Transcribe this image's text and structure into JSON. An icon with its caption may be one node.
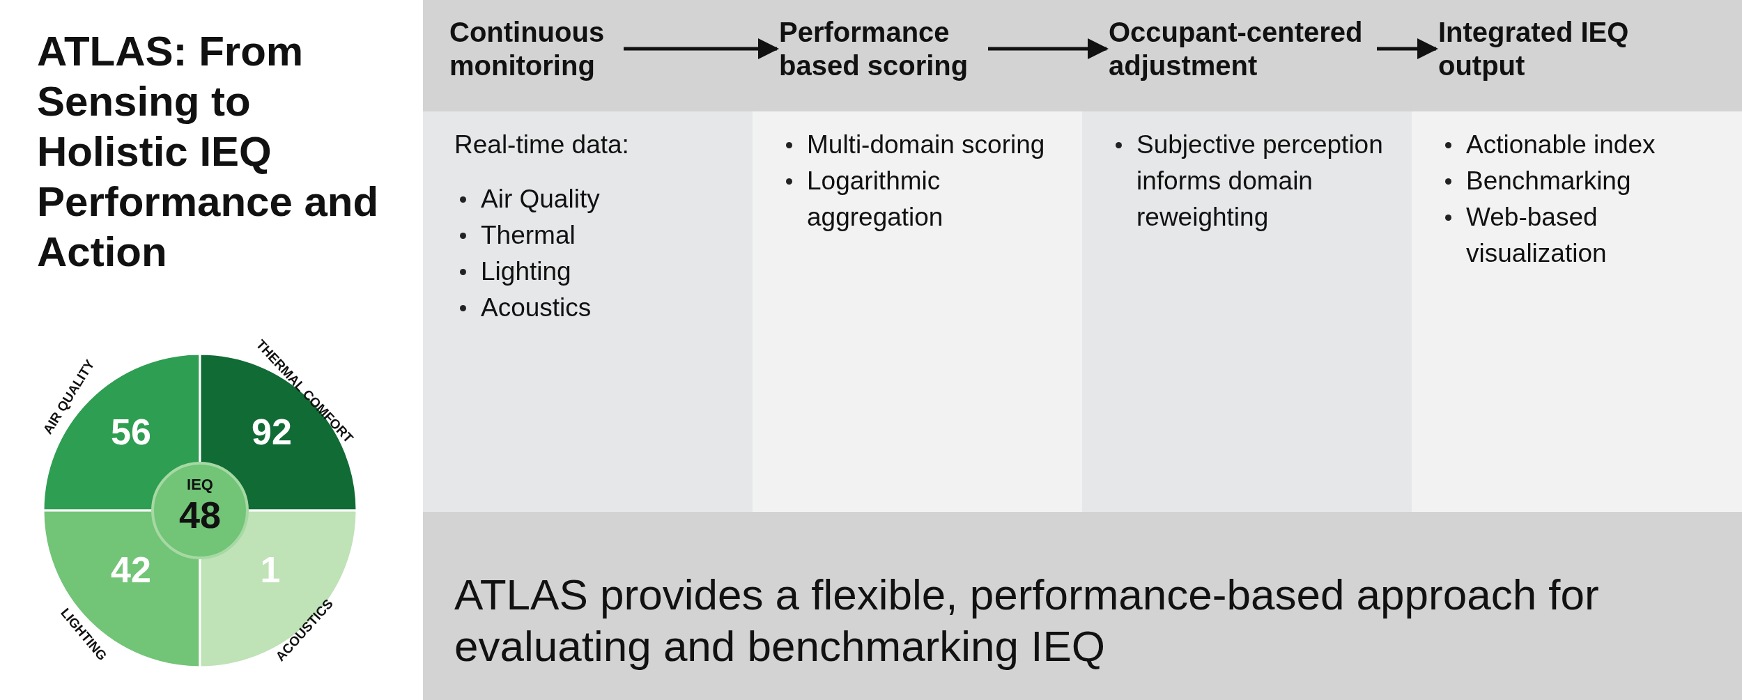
{
  "diagram": {
    "title": "ATLAS: From Sensing to Holistic IEQ Performance and Action",
    "nodes": [
      {
        "text": [
          "Continuous monitoring"
        ]
      },
      {
        "text": [
          "Performance based scoring"
        ]
      },
      {
        "text": [
          "Occupant-centered adjustment"
        ]
      },
      {
        "text": [
          "Integrated IEQ output"
        ]
      },
      {
        "text": [
          "Real-time data:",
          "Air Quality",
          "Thermal",
          "Lighting",
          "Acoustics"
        ]
      },
      {
        "text": [
          "Multi-domain scoring",
          "Logarithmic aggregation"
        ]
      },
      {
        "text": [
          "Subjective perception informs domain reweighting"
        ]
      },
      {
        "text": [
          "Actionable index",
          "Benchmarking",
          "Web-based visualization"
        ]
      },
      {
        "text": [
          "ATLAS provides a flexible, performance-based approach for evaluating and benchmarking IEQ"
        ]
      },
      {
        "text": [
          "AIR QUALITY",
          "56"
        ]
      },
      {
        "text": [
          "THERMAL COMFORT",
          "92"
        ]
      },
      {
        "text": [
          "LIGHTING",
          "42"
        ]
      },
      {
        "text": [
          "ACOUSTICS",
          "1"
        ]
      },
      {
        "text": [
          "IEQ",
          "48"
        ]
      }
    ],
    "edges": [
      {
        "from": 0,
        "to": 1,
        "arrow": "to"
      },
      {
        "from": 1,
        "to": 2,
        "arrow": "to"
      },
      {
        "from": 2,
        "to": 3,
        "arrow": "to"
      }
    ]
  }
}
